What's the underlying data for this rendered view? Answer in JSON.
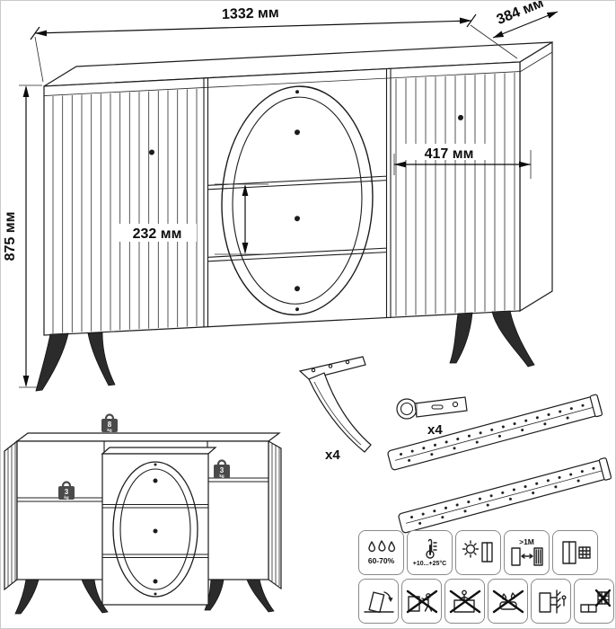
{
  "main": {
    "dim_width": "1332 мм",
    "dim_depth": "384 мм",
    "dim_height": "875 мм",
    "dim_section": "417 мм",
    "dim_drawer": "232 мм"
  },
  "open_view": {
    "weight_top": "8",
    "weight_left": "3",
    "weight_right": "3",
    "unit": "kg"
  },
  "hardware": {
    "legs_qty": "x4",
    "hinges_qty": "x4"
  },
  "care": {
    "humidity": "60-70%",
    "temperature": "+10...+25°C",
    "distance": ">1M"
  },
  "icon_names": [
    "humidity-icon",
    "temperature-icon",
    "sun-protection-icon",
    "heat-distance-icon",
    "ventilation-icon",
    "tip-over-warning-icon",
    "no-drag-icon",
    "no-climb-icon",
    "no-wet-cleaning-icon",
    "wall-anchor-icon",
    "no-tv-icon"
  ],
  "colors": {
    "line": "#1c1c1c",
    "weight_fill": "#4a4a4a"
  }
}
